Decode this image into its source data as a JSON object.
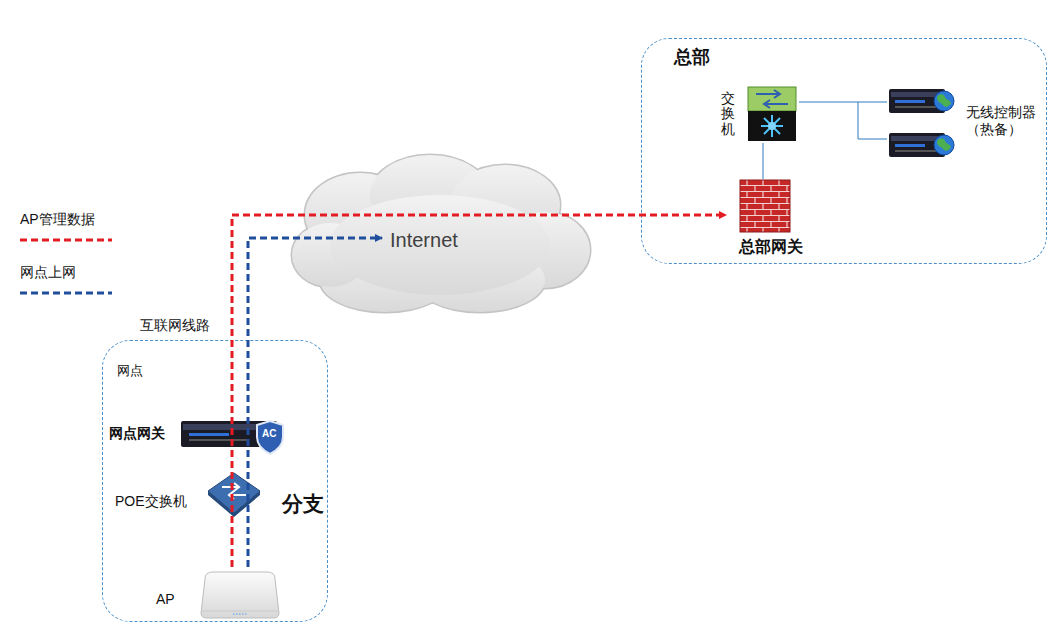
{
  "diagram": {
    "nodes": [
      {
        "text": [
          "总部"
        ]
      },
      {
        "text": [
          "交换机"
        ],
        "in": 0
      },
      {
        "text": [
          "无线控制器（热备）"
        ],
        "in": 0
      },
      {
        "text": [
          "总部网关"
        ],
        "in": 0
      },
      {
        "text": [
          "Internet"
        ]
      },
      {
        "text": [
          "网点"
        ]
      },
      {
        "text": [
          "网点网关",
          "AC"
        ],
        "in": 5
      },
      {
        "text": [
          "POE交换机"
        ],
        "in": 5
      },
      {
        "text": [
          "AP"
        ],
        "in": 5
      }
    ],
    "edges": [
      {
        "from": 8,
        "to": 3,
        "arrow": "to"
      },
      {
        "from": 8,
        "to": 4,
        "arrow": "to"
      },
      {
        "from": 1,
        "to": 3,
        "arrow": "none"
      },
      {
        "from": 1,
        "to": 2,
        "arrow": "none"
      }
    ],
    "labels": [
      "互联网线路",
      "分支"
    ],
    "legend": [
      {
        "text": "AP管理数据"
      },
      {
        "text": "网点上网"
      }
    ]
  }
}
